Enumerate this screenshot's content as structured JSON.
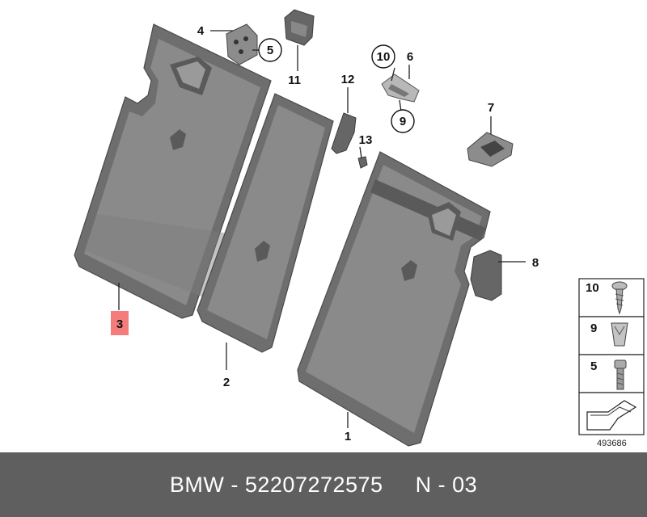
{
  "callouts": {
    "p1": "1",
    "p2": "2",
    "p3": "3",
    "p4": "4",
    "p5": "5",
    "p6": "6",
    "p7": "7",
    "p8": "8",
    "p9": "9",
    "p10": "10",
    "p11": "11",
    "p12": "12",
    "p13": "13"
  },
  "legend": {
    "items": [
      "10",
      "9",
      "5"
    ],
    "diagram_id": "493686"
  },
  "footer": {
    "brand": "BMW",
    "sep1": " - ",
    "part_number": "52207272575",
    "gap": "     ",
    "variant": "N - 03"
  },
  "colors": {
    "highlight": "#f47c7c",
    "footer_bg": "#5f5f5f",
    "part_grey": "#6e6e6e"
  }
}
